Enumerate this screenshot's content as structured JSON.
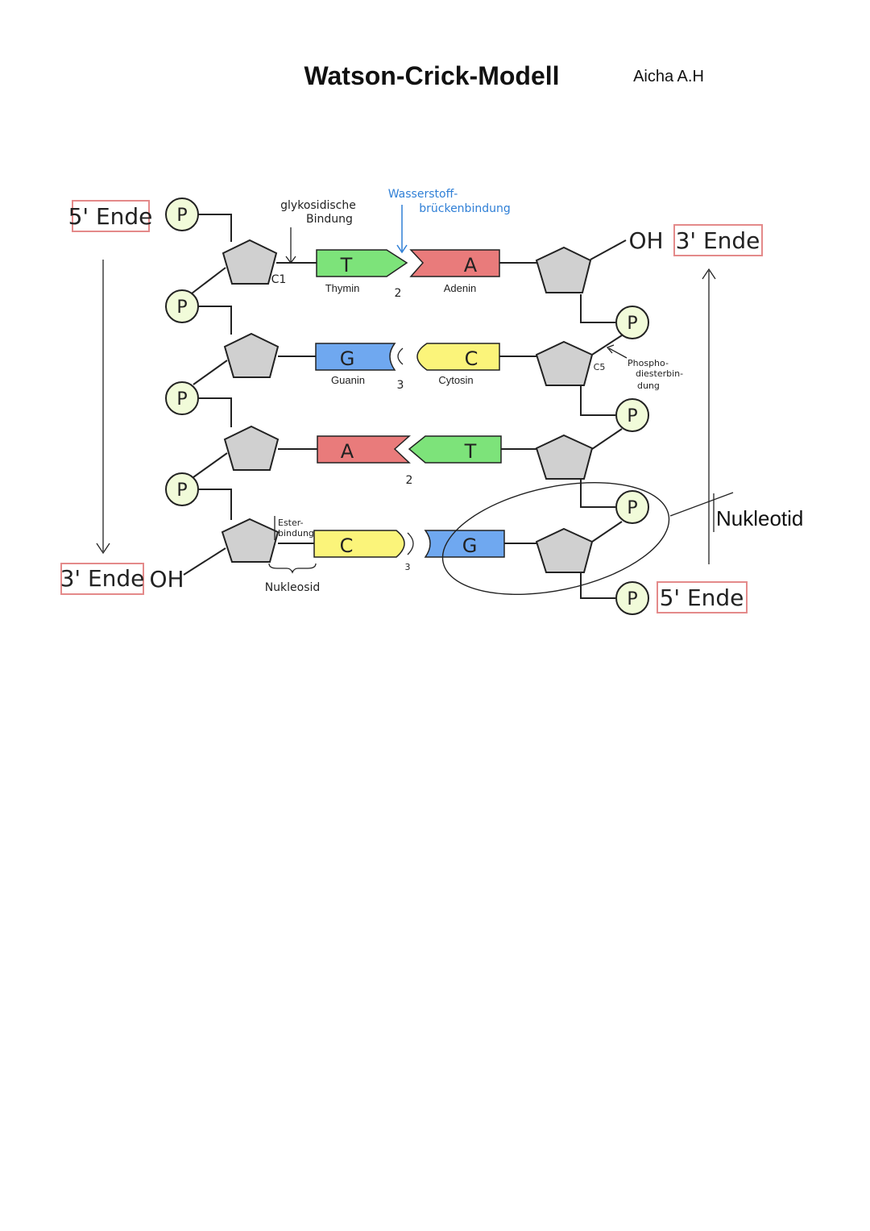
{
  "title": "Watson-Crick-Modell",
  "author": "Aicha A.H",
  "labels": {
    "five_end_left": "5' Ende",
    "three_end_left": "3' Ende",
    "oh_left": "OH",
    "oh_right": "OH",
    "three_end_right": "3' Ende",
    "five_end_right": "5' Ende",
    "glykosidisch_1": "glykosidische",
    "glykosidisch_2": "Bindung",
    "c1": "C1",
    "wasserstoff_1": "Wasserstoff-",
    "wasserstoff_2": "brückenbindung",
    "c5": "C5",
    "phospho_1": "Phospho-",
    "phospho_2": "diesterbin-",
    "phospho_3": "dung",
    "ester_1": "Ester-",
    "ester_2": "bindung",
    "nukleosid": "Nukleosid",
    "nukleotid": "Nukleotid",
    "phosphate": "P"
  },
  "pairs": [
    {
      "left": "T",
      "right": "A",
      "left_name": "Thymin",
      "right_name": "Adenin",
      "bonds": "2",
      "left_color": "#7de37a",
      "right_color": "#e97b7b"
    },
    {
      "left": "G",
      "right": "C",
      "left_name": "Guanin",
      "right_name": "Cytosin",
      "bonds": "3",
      "left_color": "#6fa8f0",
      "right_color": "#fbf47a"
    },
    {
      "left": "A",
      "right": "T",
      "left_name": "",
      "right_name": "",
      "bonds": "2",
      "left_color": "#e97b7b",
      "right_color": "#7de37a"
    },
    {
      "left": "C",
      "right": "G",
      "left_name": "",
      "right_name": "",
      "bonds": "3",
      "left_color": "#fbf47a",
      "right_color": "#6fa8f0"
    }
  ],
  "colors": {
    "sugar": "#d0d0d0",
    "phosphate": "#f1fbd9",
    "label_box": "#e48a8a"
  }
}
